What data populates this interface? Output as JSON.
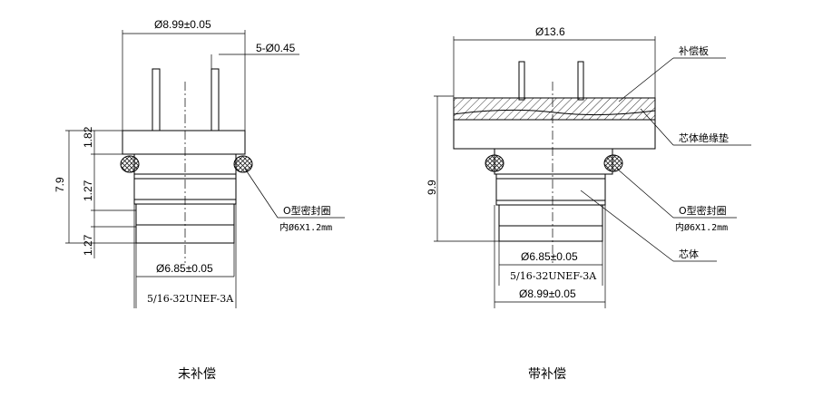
{
  "left": {
    "caption": "未补偿",
    "dim_top": "Ø8.99±0.05",
    "dim_pins": "5-Ø0.45",
    "dim_v1": "1.82",
    "dim_v2": "1.27",
    "dim_v3": "1.27",
    "dim_total": "7.9",
    "dim_inner": "Ø6.85±0.05",
    "thread": "5/16-32UNEF-3A",
    "oring_label": "O型密封圈",
    "oring_size": "内Ø6X1.2mm"
  },
  "right": {
    "caption": "带补偿",
    "dim_top": "Ø13.6",
    "dim_total": "9.9",
    "dim_inner": "Ø6.85±0.05",
    "thread": "5/16-32UNEF-3A",
    "dim_bottom": "Ø8.99±0.05",
    "label_plate": "补偿板",
    "label_gasket": "芯体绝缘垫",
    "oring_label": "O型密封圈",
    "oring_size": "内Ø6X1.2mm",
    "label_core": "芯体"
  }
}
